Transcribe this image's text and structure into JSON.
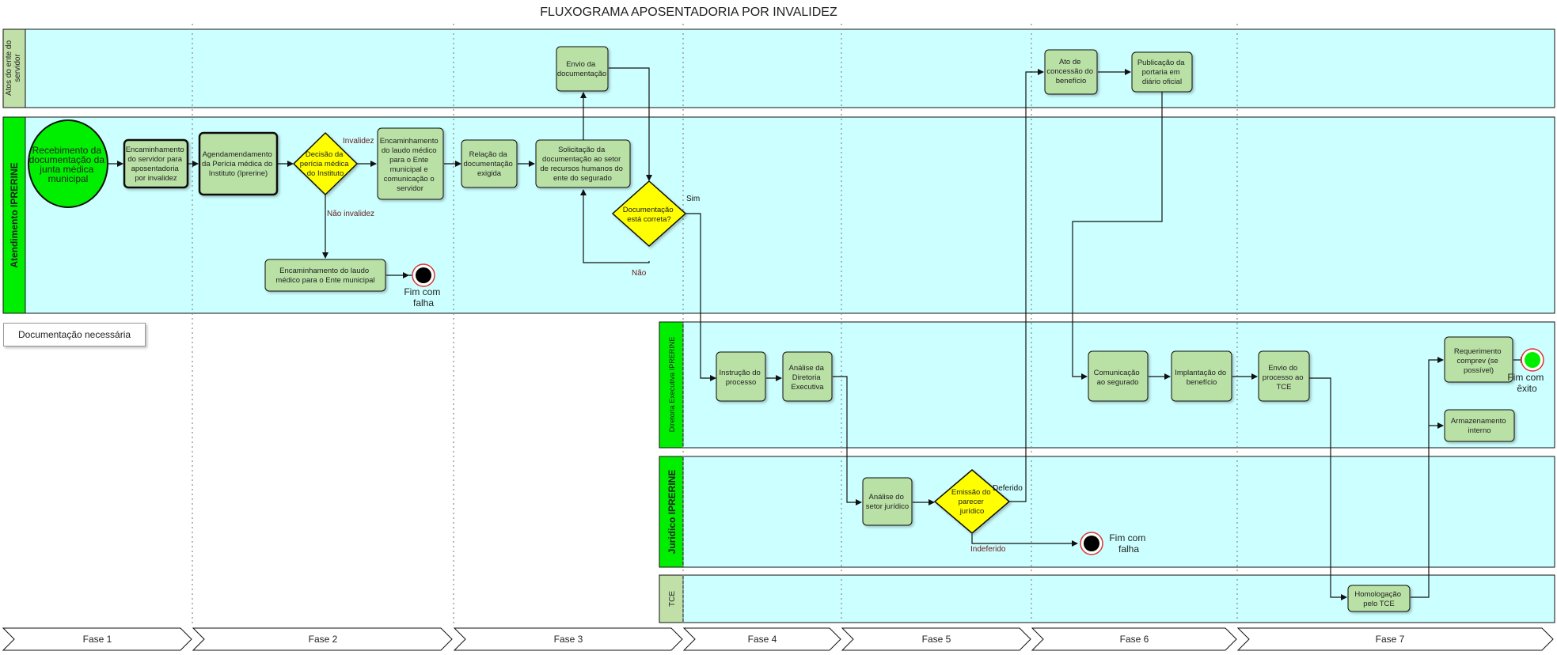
{
  "title": "FLUXOGRAMA APOSENTADORIA POR INVALIDEZ",
  "doc_tab": "Documentação necessária",
  "lanes": {
    "atos": "Atos do ente do servidor",
    "atendimento": "Atendimento IPRERINE",
    "diretoria": "Diretoria Executiva IPRERINE",
    "juridico": "Juridico IPRERINE",
    "tce": "TCE"
  },
  "phases": [
    "Fase 1",
    "Fase 2",
    "Fase 3",
    "Fase 4",
    "Fase 5",
    "Fase 6",
    "Fase 7"
  ],
  "nodes": {
    "start": [
      "Recebimento da",
      "documentação da",
      "junta médica",
      "municipal"
    ],
    "encaminhamento_servidor": [
      "Encaminhamento",
      "do servidor para",
      "aposentadoria",
      "por invalidez"
    ],
    "agendamento": [
      "Agendamendamento",
      "da Perícia médica do",
      "Instituto (Iprerine)"
    ],
    "decisao_pericia": [
      "Decisão da",
      "perícia médica",
      "do Instituto"
    ],
    "encaminhamento_laudo_ente": [
      "Encaminhamento",
      "do laudo médico",
      "para o Ente",
      "municipal e",
      "comunicação o",
      "servidor"
    ],
    "encaminhamento_laudo_falha": [
      "Encaminhamento do laudo",
      "médico para o Ente municipal"
    ],
    "fim_falha_1": [
      "Fim com",
      "falha"
    ],
    "relacao_doc": [
      "Relação da",
      "documentação",
      "exigida"
    ],
    "solicitacao_doc": [
      "Solicitação da",
      "documentação ao setor",
      "de recursos humanos do",
      "ente do segurado"
    ],
    "envio_doc": [
      "Envio da",
      "documentação"
    ],
    "doc_correta": [
      "Documentação",
      "está correta?"
    ],
    "instrucao": [
      "Instrução do",
      "processo"
    ],
    "analise_diretoria": [
      "Análise da",
      "Diretoria",
      "Executiva"
    ],
    "analise_juridico": [
      "Análise do",
      "setor jurídico"
    ],
    "emissao_parecer": [
      "Emissão do",
      "parecer",
      "jurídico"
    ],
    "fim_falha_2": [
      "Fim com",
      "falha"
    ],
    "ato_concessao": [
      "Ato de",
      "concessão do",
      "benefício"
    ],
    "publicacao": [
      "Publicação da",
      "portaria em",
      "diário oficial"
    ],
    "comunicacao": [
      "Comunicação",
      "ao segurado"
    ],
    "implantacao": [
      "Implantação do",
      "benefício"
    ],
    "envio_tce": [
      "Envio do",
      "processo ao",
      "TCE"
    ],
    "homologacao": [
      "Homologação",
      "pelo TCE"
    ],
    "requerimento": [
      "Requerimento",
      "comprev (se",
      "possível)"
    ],
    "armazenamento": [
      "Armazenamento",
      "interno"
    ],
    "fim_exito": [
      "Fim com",
      "êxito"
    ]
  },
  "edge_labels": {
    "invalidez": "Invalidez",
    "nao_invalidez": "Não invalidez",
    "sim": "Sim",
    "nao": "Não",
    "deferido": "Deferido",
    "indeferido": "Indeferido"
  },
  "colors": {
    "lane_bg": "#ccffff",
    "lane_header": "#c0e0a8",
    "lane_header_main": "#00ee00",
    "task_fill": "#b9e0a5",
    "decision_fill": "#ffff00",
    "start_fill": "#00ee00"
  }
}
